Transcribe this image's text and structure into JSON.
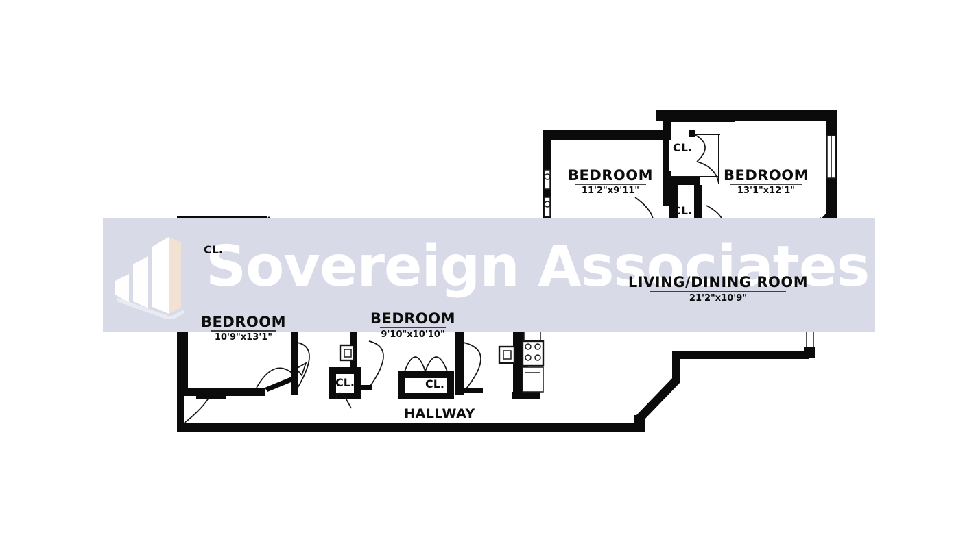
{
  "document": {
    "type": "floor-plan",
    "title": "Apartment Floor Plan"
  },
  "watermark": {
    "text": "Sovereign Associates",
    "logo_name": "sovereign-associates-logo",
    "band_color": "#d8dae8",
    "text_color": "#ffffff"
  },
  "rooms": [
    {
      "id": "bedroom-left",
      "name": "BEDROOM",
      "dimensions": "10'9\"x13'1\""
    },
    {
      "id": "bedroom-middle",
      "name": "BEDROOM",
      "dimensions": "9'10\"x10'10\""
    },
    {
      "id": "bedroom-upper",
      "name": "BEDROOM",
      "dimensions": "11'2\"x9'11\""
    },
    {
      "id": "bedroom-right",
      "name": "BEDROOM",
      "dimensions": "13'1\"x12'1\""
    },
    {
      "id": "living-dining",
      "name": "LIVING/DINING ROOM",
      "dimensions": "21'2\"x10'9\""
    }
  ],
  "closets": [
    {
      "id": "closet-left-bedroom",
      "label": "CL."
    },
    {
      "id": "closet-hall-left",
      "label": "CL."
    },
    {
      "id": "closet-hall-middle",
      "label": "CL."
    },
    {
      "id": "closet-upper-north",
      "label": "CL."
    },
    {
      "id": "closet-upper-south",
      "label": "CL."
    }
  ],
  "corridor": {
    "label": "HALLWAY"
  },
  "fixtures": {
    "bathroom_left": [
      "bathtub",
      "toilet",
      "sink"
    ],
    "bathroom_right": [
      "bathtub",
      "toilet",
      "sink"
    ],
    "kitchen": [
      "sink",
      "counter",
      "range",
      "refrigerator"
    ]
  },
  "colors": {
    "wall": "#0b0b0b",
    "background": "#ffffff",
    "text": "#0d0d0d"
  }
}
